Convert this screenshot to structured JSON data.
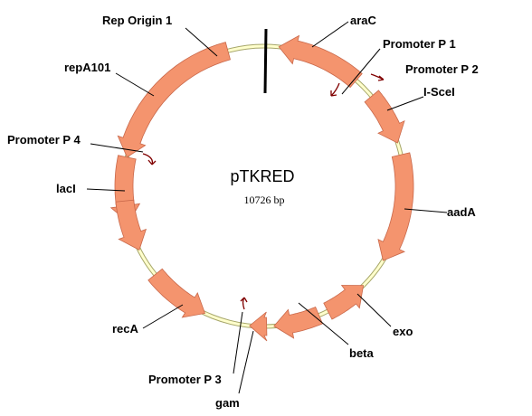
{
  "plasmid": {
    "name": "pTKRED",
    "size": "10726 bp"
  },
  "colors": {
    "feature": "#f4946e",
    "backbone": "#ffffcc",
    "promoter": "#800000"
  },
  "features": {
    "rep_origin": "Rep Origin 1",
    "repa101": "repA101",
    "arac": "araC",
    "isce1": "I-SceI",
    "aada": "aadA",
    "exo": "exo",
    "beta": "beta",
    "gam": "gam",
    "reca": "recA",
    "laci": "lacI"
  },
  "promoters": {
    "p1": "Promoter P 1",
    "p2": "Promoter P 2",
    "p3": "Promoter P 3",
    "p4": "Promoter P 4"
  }
}
